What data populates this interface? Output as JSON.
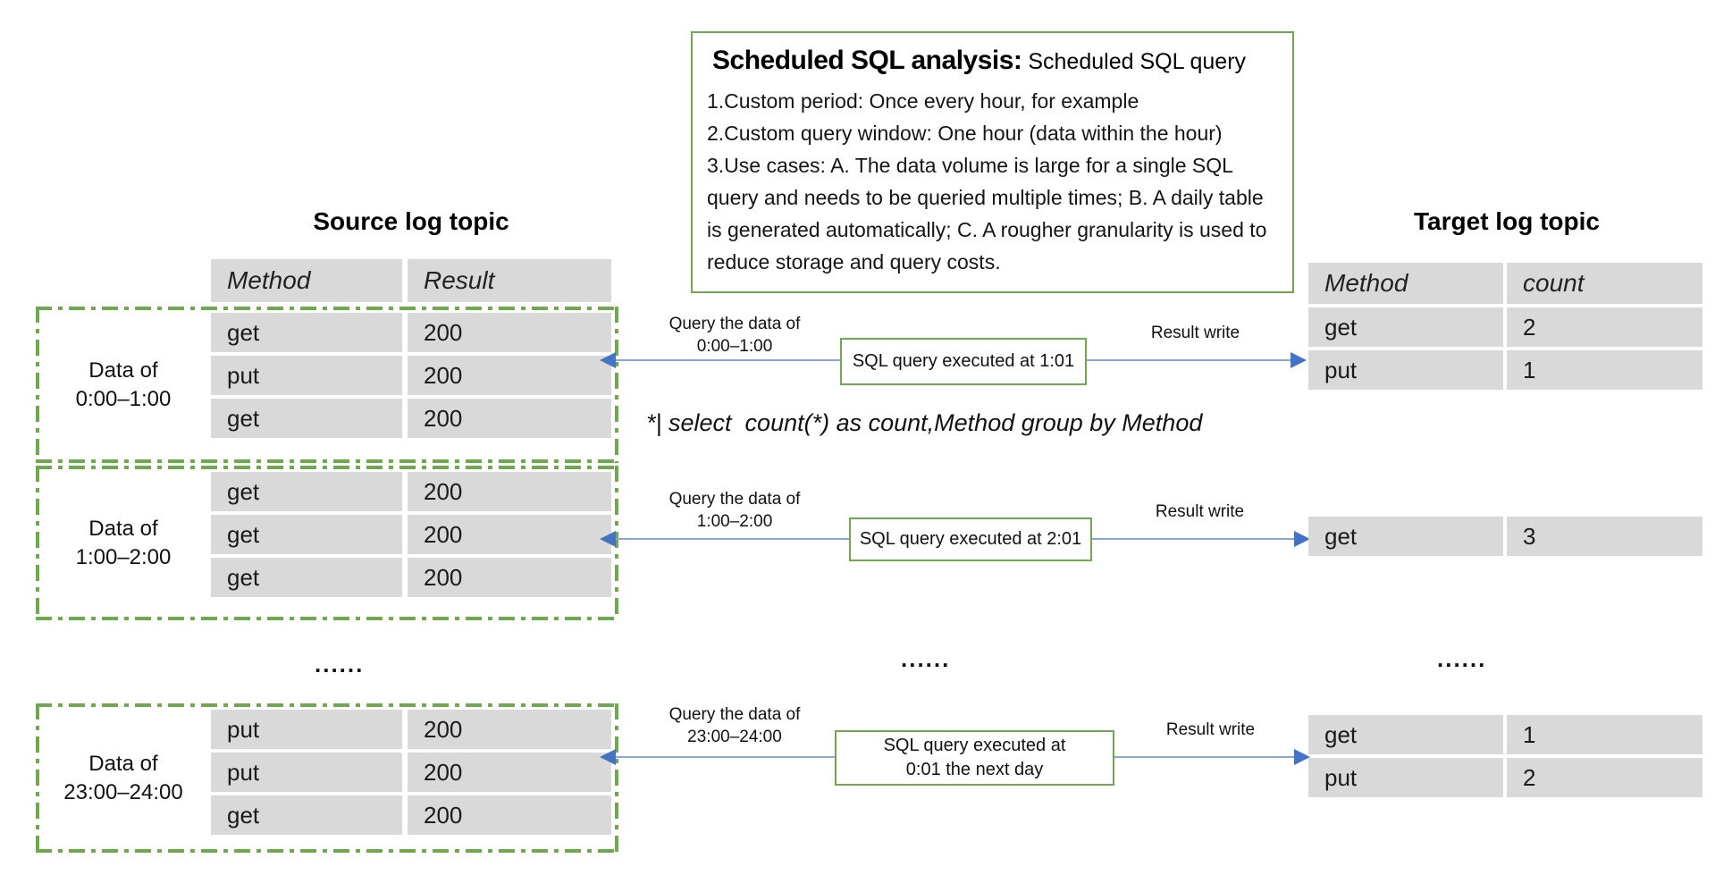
{
  "info_box": {
    "title_bold": "Scheduled SQL analysis:",
    "title_rest": " Scheduled SQL query",
    "lines": [
      "1.Custom period: Once every hour, for example",
      "2.Custom query window: One hour (data within the hour)",
      "3.Use cases: A. The data volume is large for a single SQL query and needs to be queried multiple times; B. A daily table is generated automatically; C. A rougher granularity is used to reduce storage and query costs."
    ]
  },
  "source": {
    "title": "Source log topic",
    "headers": [
      "Method",
      "Result"
    ],
    "ellipsis": "......",
    "groups": [
      {
        "label1": "Data of",
        "label2": "0:00–1:00",
        "rows": [
          [
            "get",
            "200"
          ],
          [
            "put",
            "200"
          ],
          [
            "get",
            "200"
          ]
        ]
      },
      {
        "label1": "Data of",
        "label2": "1:00–2:00",
        "rows": [
          [
            "get",
            "200"
          ],
          [
            "get",
            "200"
          ],
          [
            "get",
            "200"
          ]
        ]
      },
      {
        "label1": "Data of",
        "label2": "23:00–24:00",
        "rows": [
          [
            "put",
            "200"
          ],
          [
            "put",
            "200"
          ],
          [
            "get",
            "200"
          ]
        ]
      }
    ]
  },
  "target": {
    "title": "Target log topic",
    "headers": [
      "Method",
      "count"
    ],
    "ellipsis": "......",
    "tables": [
      {
        "rows": [
          [
            "get",
            "2"
          ],
          [
            "put",
            "1"
          ]
        ]
      },
      {
        "rows": [
          [
            "get",
            "3"
          ]
        ]
      },
      {
        "rows": [
          [
            "get",
            "1"
          ],
          [
            "put",
            "2"
          ]
        ]
      }
    ]
  },
  "flows": [
    {
      "query1": "Query the data of",
      "query2": "0:00–1:00",
      "box1": "SQL query executed at 1:01",
      "result": "Result write"
    },
    {
      "query1": "Query the data of",
      "query2": "1:00–2:00",
      "box1": "SQL query executed at 2:01",
      "result": "Result write"
    },
    {
      "query1": "Query the data of",
      "query2": "23:00–24:00",
      "box1": "SQL query executed at",
      "box2": "0:01 the next day",
      "result": "Result write"
    }
  ],
  "sql_annotation": "*| select  count(*) as count,Method group by Method",
  "middle_ellipsis": "......",
  "colors": {
    "green": "#6fa84e",
    "arrow_line": "#8aa5d6",
    "arrow_head": "#4472c4",
    "cell_gray": "#d9d9d9"
  }
}
